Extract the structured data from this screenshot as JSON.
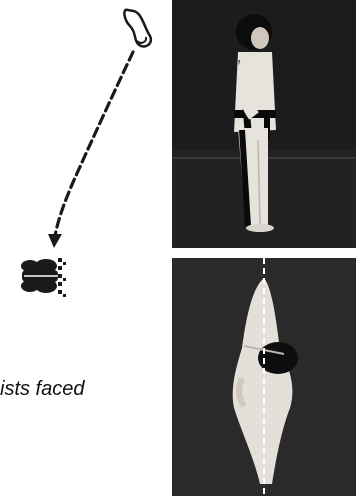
{
  "caption": {
    "text": "ists faced"
  },
  "figure": {
    "diagram": {
      "footprint_icon": "footprint-icon",
      "feet_together_icon": "feet-together-icon",
      "path_style": "dashed-arrow",
      "path_color": "#1a1a1a"
    },
    "photos": [
      {
        "name": "side-view-photo",
        "subject": "standing-figure-side-view"
      },
      {
        "name": "top-view-photo",
        "subject": "standing-figure-top-view"
      }
    ]
  }
}
